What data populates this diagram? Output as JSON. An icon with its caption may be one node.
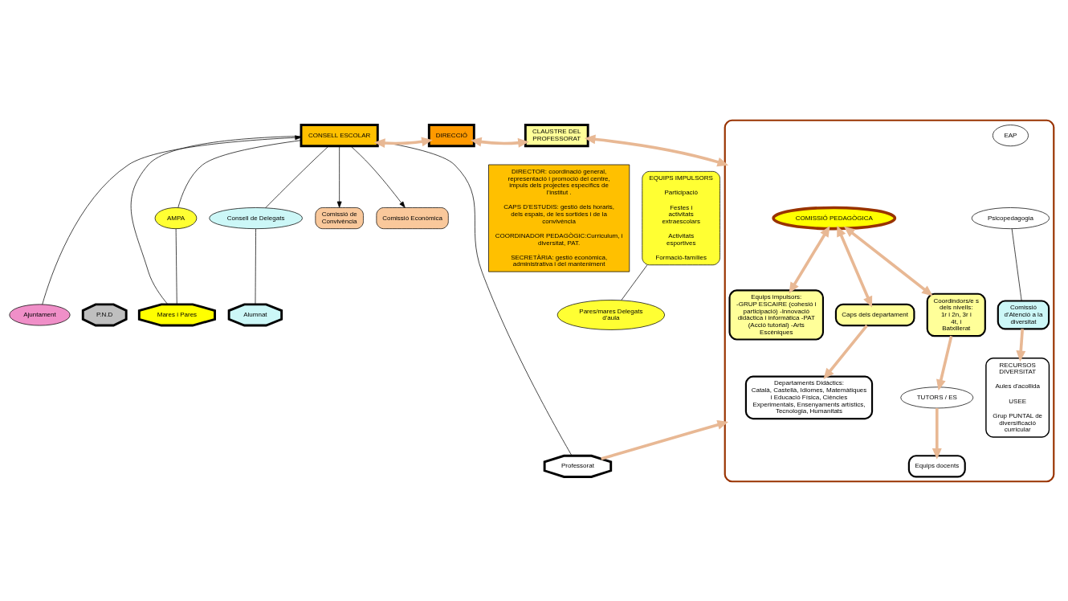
{
  "diagram": {
    "nodes": [
      {
        "text": [
          "CONSELL ESCOLAR"
        ]
      },
      {
        "text": [
          "DIRECCIÓ"
        ]
      },
      {
        "text": [
          "CLAUSTRE DEL PROFESSORAT"
        ]
      },
      {
        "text": [
          "DIRECTOR: coordinació general, representació i promoció del centre, impuls dels projectes específics de l’institut .",
          "CAPS D’ESTUDIS: gestió dels horaris, dels espais, de les sortides i de la convivència",
          "COORDINADOR PEDAGÒGIC:Curriculum, i diversitat, PAT.",
          "SECRETÀRIA: gestió econòmica, administrativa i del manteniment"
        ]
      },
      {
        "text": [
          "Comissió de Convivència"
        ]
      },
      {
        "text": [
          "Comissió Econòmica"
        ]
      },
      {
        "text": [
          "EQUIPS IMPULSORS",
          "Participació",
          "Festes i activitats extraescolars",
          "Activitats esportives",
          "Formació-famílies"
        ]
      },
      {
        "text": [
          "Pares/mares Delegats d'aula"
        ]
      },
      {
        "text": [
          "AMPA"
        ]
      },
      {
        "text": [
          "Consell de Delegats"
        ]
      },
      {
        "text": [
          "Ajuntament"
        ]
      },
      {
        "text": [
          "P.N.D"
        ]
      },
      {
        "text": [
          "Mares i Pares"
        ]
      },
      {
        "text": [
          "Alumnat"
        ]
      },
      {
        "text": [
          "Professorat"
        ]
      },
      {
        "text": [],
        "shape": "box"
      },
      {
        "text": [
          "COMISSIÓ PEDAGÒGICA"
        ],
        "in": 15
      },
      {
        "text": [
          "EAP"
        ],
        "in": 15
      },
      {
        "text": [
          "Psicopedagogia"
        ],
        "in": 15
      },
      {
        "text": [
          "Equips impulsors:",
          "-GRUP ESCAIRE (cohesió i participació) -Innovació didàctica i informàtica -PAT (Acció tutorial) -Arts Escèniques"
        ],
        "in": 15
      },
      {
        "text": [
          "Caps dels departament"
        ],
        "in": 15
      },
      {
        "text": [
          "Coordindors/e s dels nivells:",
          "1r i 2n, 3r i 4t, i Batxillerat"
        ],
        "in": 15
      },
      {
        "text": [
          "Comissió d'Atenció a la diversitat"
        ],
        "in": 15
      },
      {
        "text": [
          "TUTORS / ES"
        ],
        "in": 15
      },
      {
        "text": [
          "Departaments Didàctics:",
          "Català, Castellà, Idiomes, Matemàtiques i Educació Física, Ciències Experimentals, Ensenyaments artístics, Tecnologia, Humanitats"
        ],
        "in": 15
      },
      {
        "text": [
          "Equips docents"
        ],
        "in": 15
      },
      {
        "text": [
          "RECURSOS DIVERSITAT",
          "Aules d'acollida",
          "USEE",
          "Grup PUNTAL de diversificació curricular"
        ],
        "in": 15
      }
    ],
    "edges": [
      {
        "from": 1,
        "to": 0,
        "arrow": "both",
        "style": "thick",
        "color": "#e8b894"
      },
      {
        "from": 1,
        "to": 2,
        "arrow": "both",
        "style": "thick",
        "color": "#e8b894"
      },
      {
        "from": 2,
        "to": 15,
        "arrow": "both",
        "style": "thick",
        "color": "#e8b894"
      },
      {
        "from": 16,
        "to": 19,
        "arrow": "both",
        "style": "thick",
        "color": "#e8b894"
      },
      {
        "from": 16,
        "to": 20,
        "arrow": "both",
        "style": "thick",
        "color": "#e8b894"
      },
      {
        "from": 16,
        "to": 21,
        "arrow": "both",
        "style": "thick",
        "color": "#e8b894"
      },
      {
        "from": 20,
        "to": 24,
        "arrow": "to",
        "style": "thick",
        "color": "#e8b894"
      },
      {
        "from": 21,
        "to": 23,
        "arrow": "to",
        "style": "thick",
        "color": "#e8b894"
      },
      {
        "from": 23,
        "to": 25,
        "arrow": "to",
        "style": "thick",
        "color": "#e8b894"
      },
      {
        "from": 22,
        "to": 26,
        "arrow": "to",
        "style": "thick",
        "color": "#e8b894"
      },
      {
        "from": 14,
        "to": 15,
        "arrow": "to",
        "style": "thick",
        "color": "#e8b894"
      },
      {
        "from": 0,
        "to": 4,
        "arrow": "to",
        "color": "#000000"
      },
      {
        "from": 0,
        "to": 5,
        "arrow": "to",
        "color": "#000000"
      },
      {
        "from": 10,
        "to": 0,
        "arrow": "to",
        "color": "#000000"
      },
      {
        "from": 6,
        "to": 7,
        "arrow": "none",
        "color": "#000000"
      },
      {
        "from": 18,
        "to": 22,
        "arrow": "none",
        "color": "#000000"
      },
      {
        "from": 0,
        "to": 8,
        "arrow": "none",
        "color": "#000000"
      },
      {
        "from": 0,
        "to": 12,
        "arrow": "none",
        "color": "#000000"
      },
      {
        "from": 0,
        "to": 9,
        "arrow": "none",
        "color": "#000000"
      },
      {
        "from": 8,
        "to": 12,
        "arrow": "none",
        "color": "#000000"
      },
      {
        "from": 9,
        "to": 13,
        "arrow": "none",
        "color": "#000000"
      },
      {
        "from": 0,
        "to": 14,
        "arrow": "none",
        "color": "#000000"
      }
    ]
  }
}
